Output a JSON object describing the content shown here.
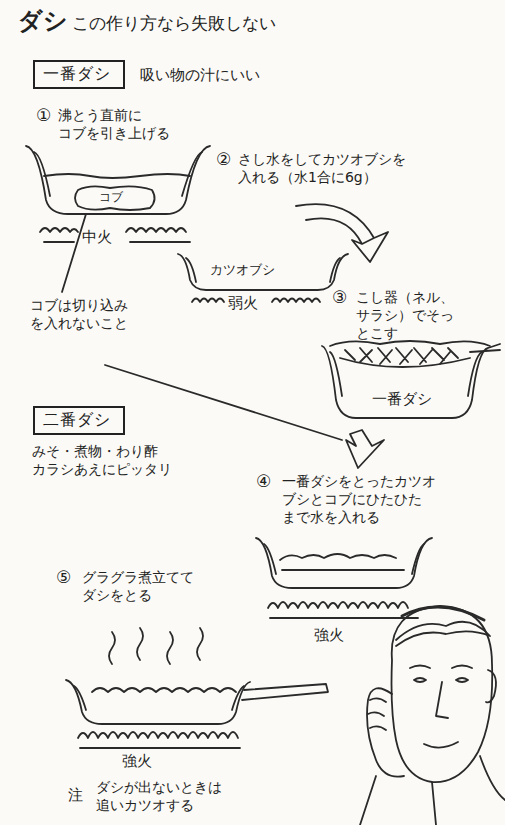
{
  "diagram": {
    "title": "ダシ",
    "nodes": [
      {
        "text": [
          "一番ダシ"
        ]
      },
      {
        "text": [
          "二番ダシ"
        ]
      }
    ],
    "labels": [
      "この作り方なら失敗しない",
      "吸い物の汁にいい",
      "①",
      "沸とう直前に コブを引き上げる",
      "コブ",
      "中火",
      "コブは切り込み を入れないこと",
      "②",
      "さし水をしてカツオブシを 入れる（水1合に6g）",
      "カツオブシ",
      "弱火",
      "③",
      "こし器（ネル、 サラシ）でそっ とこす",
      "一番ダシ",
      "みそ・煮物・わり酢 カラシあえにピッタリ",
      "④",
      "一番ダシをとったカツオ ブシとコブにひたひた まで水を入れる",
      "強火",
      "⑤",
      "グラグラ煮立てて ダシをとる",
      "強火",
      "注",
      "ダシが出ないときは 追いカツオする"
    ]
  }
}
